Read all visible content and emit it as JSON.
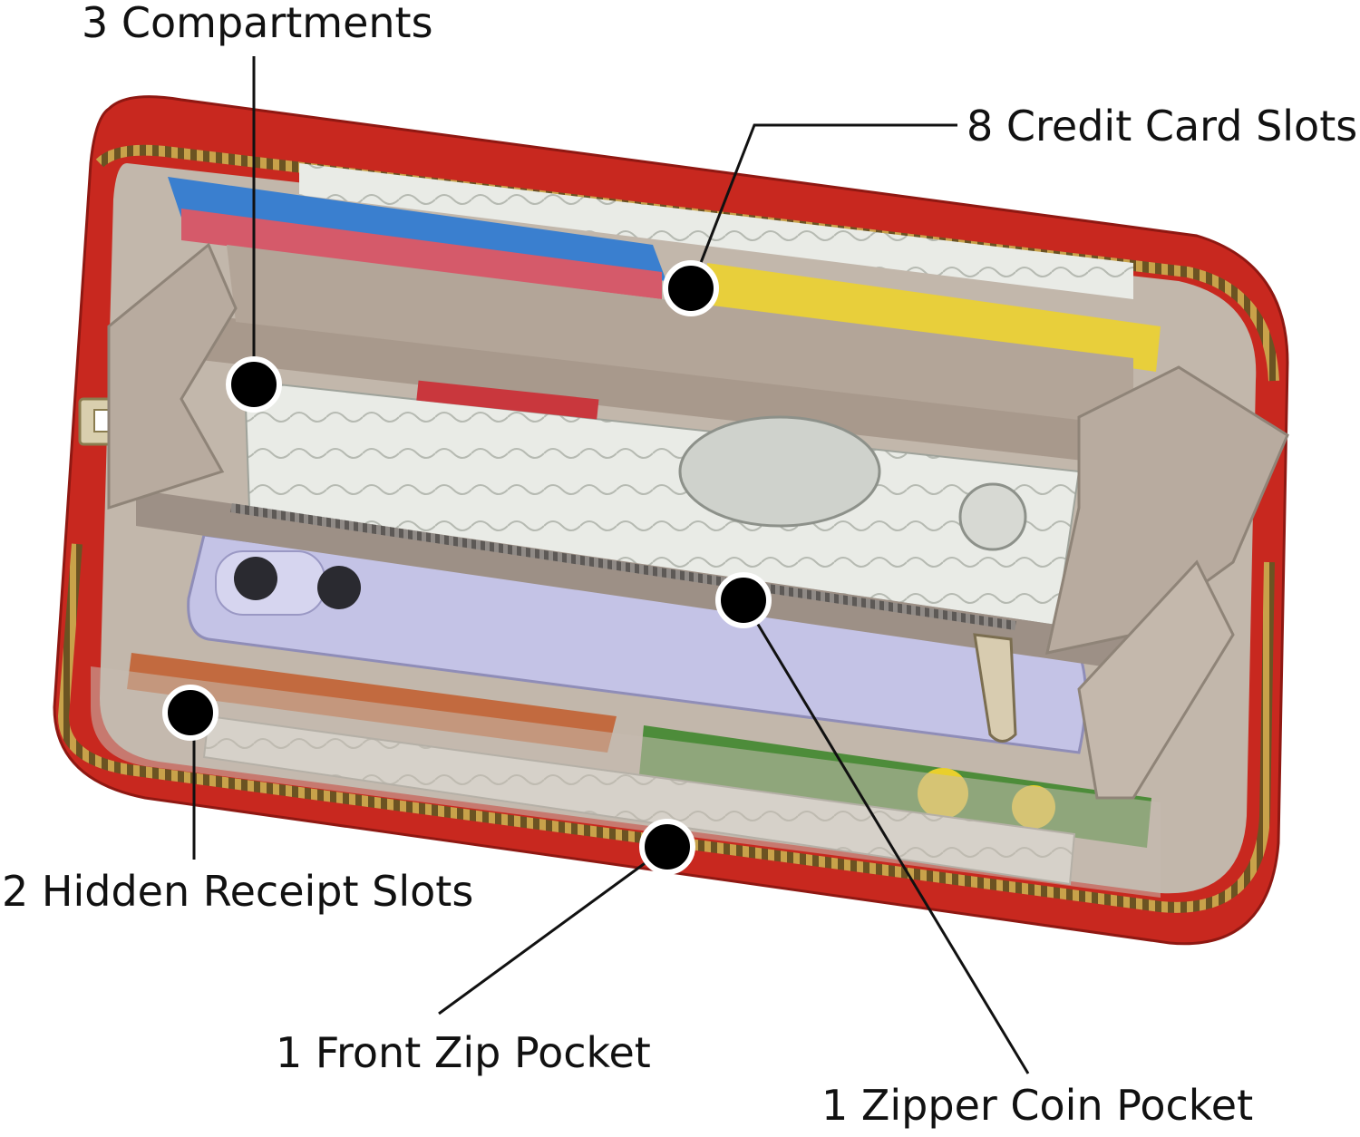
{
  "callouts": {
    "compartments": "3 Compartments",
    "credit_cards": "8 Credit Card Slots",
    "receipt_slots": "2 Hidden Receipt Slots",
    "front_zip": "1 Front Zip Pocket",
    "coin_pocket": "1 Zipper Coin Pocket"
  },
  "colors": {
    "wallet_red": "#c8281f",
    "lining_taupe": "#b9aea3",
    "zipper_gold": "#c8a24a",
    "phone_lavender": "#c4c3e6",
    "marker": "#000000"
  }
}
